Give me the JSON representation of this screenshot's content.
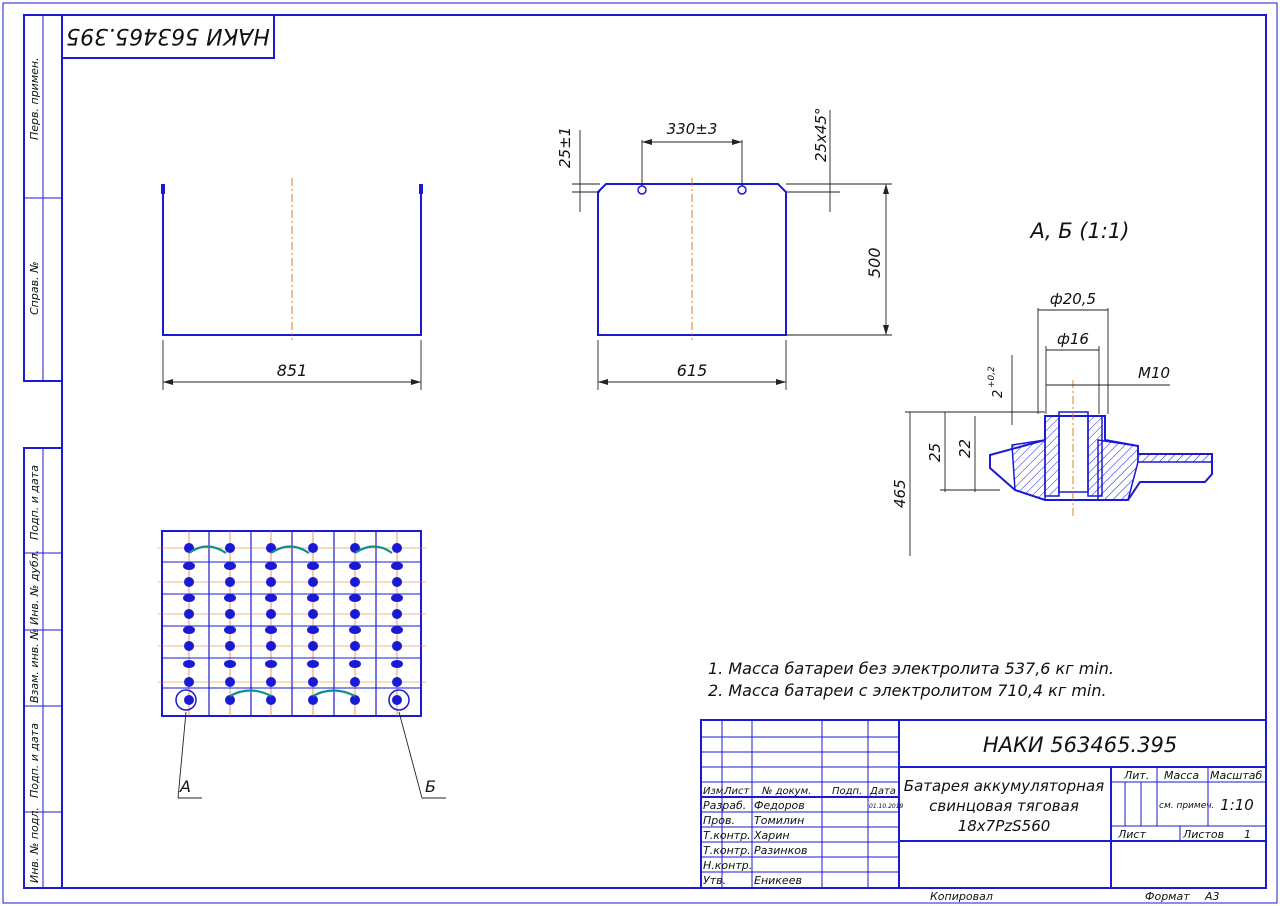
{
  "drawing": {
    "designation": "НАКИ 563465.395",
    "designation_rotated": "НАКИ 563465.395",
    "title_lines": [
      "Батарея аккумуляторная",
      "свинцовая тяговая",
      "18х7PzS560"
    ],
    "section_title": "А, Б (1:1)",
    "notes": [
      "1. Масса батареи без электролита 537,6 кг min.",
      "2. Масса батареи с электролитом 710,4 кг min."
    ],
    "callouts": [
      "А",
      "Б"
    ]
  },
  "side_strip": [
    "Перв. примен.",
    "Справ. №",
    "Подп. и дата",
    "Инв. № дубл.",
    "Взам. инв. №",
    "Подп. и дата",
    "Инв. № подл."
  ],
  "dimensions": {
    "front_width": "851",
    "side_width": "615",
    "side_height": "500",
    "terminal_spacing": "330±3",
    "terminal_height": "25±1",
    "chamfer": "25х45°",
    "dia_outer": "ф20,5",
    "dia_inner": "ф16",
    "thread": "М10",
    "tol_gap": "2",
    "tol_gap_sup": "+0,2",
    "d25": "25",
    "d22": "22",
    "d465": "465"
  },
  "title_block": {
    "headers": {
      "izm": "Изм.",
      "list": "Лист",
      "doc": "№ докум.",
      "sign": "Подп.",
      "date": "Дата"
    },
    "roles": [
      {
        "role": "Разраб.",
        "name": "Федоров",
        "date": "01.10.2019"
      },
      {
        "role": "Пров.",
        "name": "Томилин",
        "date": ""
      },
      {
        "role": "Т.контр.",
        "name": "Харин",
        "date": ""
      },
      {
        "role": "Т.контр.",
        "name": "Разинков",
        "date": ""
      },
      {
        "role": "Н.контр.",
        "name": "",
        "date": ""
      },
      {
        "role": "Утв.",
        "name": "Еникеев",
        "date": ""
      }
    ],
    "lit_label": "Лит.",
    "mass_label": "Масса",
    "scale_label": "Масштаб",
    "mass_value": "см. примеч.",
    "scale_value": "1:10",
    "sheet_label": "Лист",
    "sheets_label": "Листов",
    "sheets_value": "1"
  },
  "footer": {
    "copied": "Копировал",
    "format_label": "Формат",
    "format_value": "А3"
  }
}
